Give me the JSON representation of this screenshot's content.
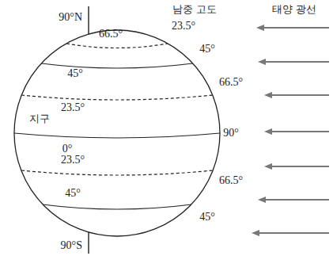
{
  "diagram": {
    "labels": [
      "90°N",
      "남중 고도",
      "태양 광선",
      "66.5°",
      "23.5°",
      "45°",
      "45°",
      "66.5°",
      "23.5°",
      "지구",
      "0°",
      "90°",
      "66.5°",
      "23.5°",
      "45°",
      "45°",
      "90°S"
    ]
  }
}
